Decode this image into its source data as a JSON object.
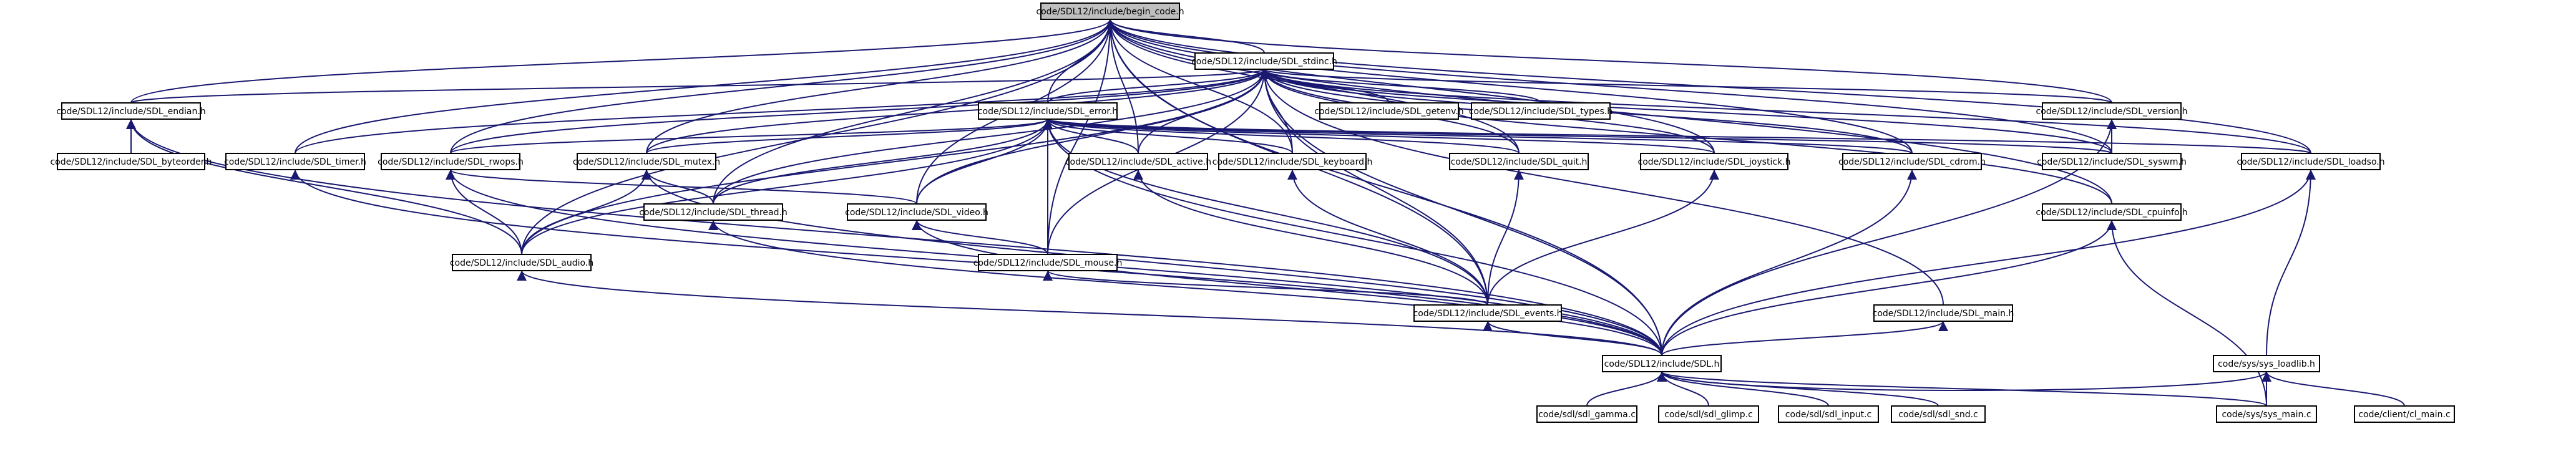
{
  "diagram": {
    "type": "include-dependency-graph",
    "colors": {
      "edge": "#191970",
      "node_border": "#000000",
      "root_fill": "#bfbfbf",
      "node_fill": "#ffffff"
    },
    "nodes": [
      {
        "id": "begin_code",
        "label": "code/SDL12/include/begin_code.h"
      },
      {
        "id": "sdl_stdinc",
        "label": "code/SDL12/include/SDL_stdinc.h"
      },
      {
        "id": "sdl_endian",
        "label": "code/SDL12/include/SDL_endian.h"
      },
      {
        "id": "sdl_error",
        "label": "code/SDL12/include/SDL_error.h"
      },
      {
        "id": "sdl_getenv",
        "label": "code/SDL12/include/SDL_getenv.h"
      },
      {
        "id": "sdl_types",
        "label": "code/SDL12/include/SDL_types.h"
      },
      {
        "id": "sdl_version",
        "label": "code/SDL12/include/SDL_version.h"
      },
      {
        "id": "sdl_byteorder",
        "label": "code/SDL12/include/SDL_byteorder.h"
      },
      {
        "id": "sdl_timer",
        "label": "code/SDL12/include/SDL_timer.h"
      },
      {
        "id": "sdl_rwops",
        "label": "code/SDL12/include/SDL_rwops.h"
      },
      {
        "id": "sdl_mutex",
        "label": "code/SDL12/include/SDL_mutex.h"
      },
      {
        "id": "sdl_active",
        "label": "code/SDL12/include/SDL_active.h"
      },
      {
        "id": "sdl_keyboard",
        "label": "code/SDL12/include/SDL_keyboard.h"
      },
      {
        "id": "sdl_quit",
        "label": "code/SDL12/include/SDL_quit.h"
      },
      {
        "id": "sdl_joystick",
        "label": "code/SDL12/include/SDL_joystick.h"
      },
      {
        "id": "sdl_cdrom",
        "label": "code/SDL12/include/SDL_cdrom.h"
      },
      {
        "id": "sdl_syswm",
        "label": "code/SDL12/include/SDL_syswm.h"
      },
      {
        "id": "sdl_loadso",
        "label": "code/SDL12/include/SDL_loadso.h"
      },
      {
        "id": "sdl_thread",
        "label": "code/SDL12/include/SDL_thread.h"
      },
      {
        "id": "sdl_video",
        "label": "code/SDL12/include/SDL_video.h"
      },
      {
        "id": "sdl_cpuinfo",
        "label": "code/SDL12/include/SDL_cpuinfo.h"
      },
      {
        "id": "sdl_audio",
        "label": "code/SDL12/include/SDL_audio.h"
      },
      {
        "id": "sdl_mouse",
        "label": "code/SDL12/include/SDL_mouse.h"
      },
      {
        "id": "sdl_events",
        "label": "code/SDL12/include/SDL_events.h"
      },
      {
        "id": "sdl_main",
        "label": "code/SDL12/include/SDL_main.h"
      },
      {
        "id": "sdl_h",
        "label": "code/SDL12/include/SDL.h"
      },
      {
        "id": "sdl_gamma",
        "label": "code/sdl/sdl_gamma.c"
      },
      {
        "id": "sdl_glimp",
        "label": "code/sdl/sdl_glimp.c"
      },
      {
        "id": "sdl_input",
        "label": "code/sdl/sdl_input.c"
      },
      {
        "id": "sdl_snd",
        "label": "code/sdl/sdl_snd.c"
      },
      {
        "id": "sys_loadlib",
        "label": "code/sys/sys_loadlib.h"
      },
      {
        "id": "sys_main",
        "label": "code/sys/sys_main.c"
      },
      {
        "id": "cl_main",
        "label": "code/client/cl_main.c"
      }
    ],
    "edges": [
      [
        "sdl_stdinc",
        "begin_code"
      ],
      [
        "sdl_endian",
        "begin_code"
      ],
      [
        "sdl_error",
        "begin_code"
      ],
      [
        "sdl_timer",
        "begin_code"
      ],
      [
        "sdl_rwops",
        "begin_code"
      ],
      [
        "sdl_mutex",
        "begin_code"
      ],
      [
        "sdl_active",
        "begin_code"
      ],
      [
        "sdl_keyboard",
        "begin_code"
      ],
      [
        "sdl_quit",
        "begin_code"
      ],
      [
        "sdl_joystick",
        "begin_code"
      ],
      [
        "sdl_cdrom",
        "begin_code"
      ],
      [
        "sdl_syswm",
        "begin_code"
      ],
      [
        "sdl_loadso",
        "begin_code"
      ],
      [
        "sdl_thread",
        "begin_code"
      ],
      [
        "sdl_video",
        "begin_code"
      ],
      [
        "sdl_cpuinfo",
        "begin_code"
      ],
      [
        "sdl_audio",
        "begin_code"
      ],
      [
        "sdl_mouse",
        "begin_code"
      ],
      [
        "sdl_events",
        "begin_code"
      ],
      [
        "sdl_version",
        "begin_code"
      ],
      [
        "sdl_h",
        "begin_code"
      ],
      [
        "sdl_getenv",
        "sdl_stdinc"
      ],
      [
        "sdl_types",
        "sdl_stdinc"
      ],
      [
        "sdl_endian",
        "sdl_stdinc"
      ],
      [
        "sdl_error",
        "sdl_stdinc"
      ],
      [
        "sdl_version",
        "sdl_stdinc"
      ],
      [
        "sdl_timer",
        "sdl_stdinc"
      ],
      [
        "sdl_rwops",
        "sdl_stdinc"
      ],
      [
        "sdl_mutex",
        "sdl_stdinc"
      ],
      [
        "sdl_active",
        "sdl_stdinc"
      ],
      [
        "sdl_keyboard",
        "sdl_stdinc"
      ],
      [
        "sdl_quit",
        "sdl_stdinc"
      ],
      [
        "sdl_joystick",
        "sdl_stdinc"
      ],
      [
        "sdl_cdrom",
        "sdl_stdinc"
      ],
      [
        "sdl_syswm",
        "sdl_stdinc"
      ],
      [
        "sdl_loadso",
        "sdl_stdinc"
      ],
      [
        "sdl_thread",
        "sdl_stdinc"
      ],
      [
        "sdl_video",
        "sdl_stdinc"
      ],
      [
        "sdl_cpuinfo",
        "sdl_stdinc"
      ],
      [
        "sdl_audio",
        "sdl_stdinc"
      ],
      [
        "sdl_mouse",
        "sdl_stdinc"
      ],
      [
        "sdl_events",
        "sdl_stdinc"
      ],
      [
        "sdl_main",
        "sdl_stdinc"
      ],
      [
        "sdl_h",
        "sdl_stdinc"
      ],
      [
        "sdl_byteorder",
        "sdl_endian"
      ],
      [
        "sdl_audio",
        "sdl_endian"
      ],
      [
        "sdl_h",
        "sdl_endian"
      ],
      [
        "sdl_rwops",
        "sdl_error"
      ],
      [
        "sdl_mutex",
        "sdl_error"
      ],
      [
        "sdl_active",
        "sdl_error"
      ],
      [
        "sdl_keyboard",
        "sdl_error"
      ],
      [
        "sdl_quit",
        "sdl_error"
      ],
      [
        "sdl_joystick",
        "sdl_error"
      ],
      [
        "sdl_cdrom",
        "sdl_error"
      ],
      [
        "sdl_syswm",
        "sdl_error"
      ],
      [
        "sdl_loadso",
        "sdl_error"
      ],
      [
        "sdl_thread",
        "sdl_error"
      ],
      [
        "sdl_video",
        "sdl_error"
      ],
      [
        "sdl_audio",
        "sdl_error"
      ],
      [
        "sdl_mouse",
        "sdl_error"
      ],
      [
        "sdl_events",
        "sdl_error"
      ],
      [
        "sdl_h",
        "sdl_error"
      ],
      [
        "sdl_syswm",
        "sdl_version"
      ],
      [
        "sdl_h",
        "sdl_version"
      ],
      [
        "sdl_h",
        "sdl_timer"
      ],
      [
        "sdl_audio",
        "sdl_rwops"
      ],
      [
        "sdl_video",
        "sdl_rwops"
      ],
      [
        "sdl_h",
        "sdl_rwops"
      ],
      [
        "sdl_thread",
        "sdl_mutex"
      ],
      [
        "sdl_audio",
        "sdl_mutex"
      ],
      [
        "sdl_h",
        "sdl_mutex"
      ],
      [
        "sdl_events",
        "sdl_active"
      ],
      [
        "sdl_events",
        "sdl_keyboard"
      ],
      [
        "sdl_events",
        "sdl_quit"
      ],
      [
        "sdl_events",
        "sdl_joystick"
      ],
      [
        "sdl_h",
        "sdl_cdrom"
      ],
      [
        "sdl_h",
        "sdl_loadso"
      ],
      [
        "sys_loadlib",
        "sdl_loadso"
      ],
      [
        "sdl_h",
        "sdl_thread"
      ],
      [
        "sdl_mouse",
        "sdl_video"
      ],
      [
        "sdl_h",
        "sdl_video"
      ],
      [
        "sdl_h",
        "sdl_cpuinfo"
      ],
      [
        "sys_main",
        "sdl_cpuinfo"
      ],
      [
        "sdl_h",
        "sdl_audio"
      ],
      [
        "sdl_events",
        "sdl_mouse"
      ],
      [
        "sdl_h",
        "sdl_events"
      ],
      [
        "sdl_h",
        "sdl_main"
      ],
      [
        "sdl_gamma",
        "sdl_h"
      ],
      [
        "sdl_glimp",
        "sdl_h"
      ],
      [
        "sdl_input",
        "sdl_h"
      ],
      [
        "sdl_snd",
        "sdl_h"
      ],
      [
        "sys_loadlib",
        "sdl_h"
      ],
      [
        "sys_main",
        "sdl_h"
      ],
      [
        "sys_main",
        "sys_loadlib"
      ],
      [
        "cl_main",
        "sys_loadlib"
      ]
    ]
  }
}
